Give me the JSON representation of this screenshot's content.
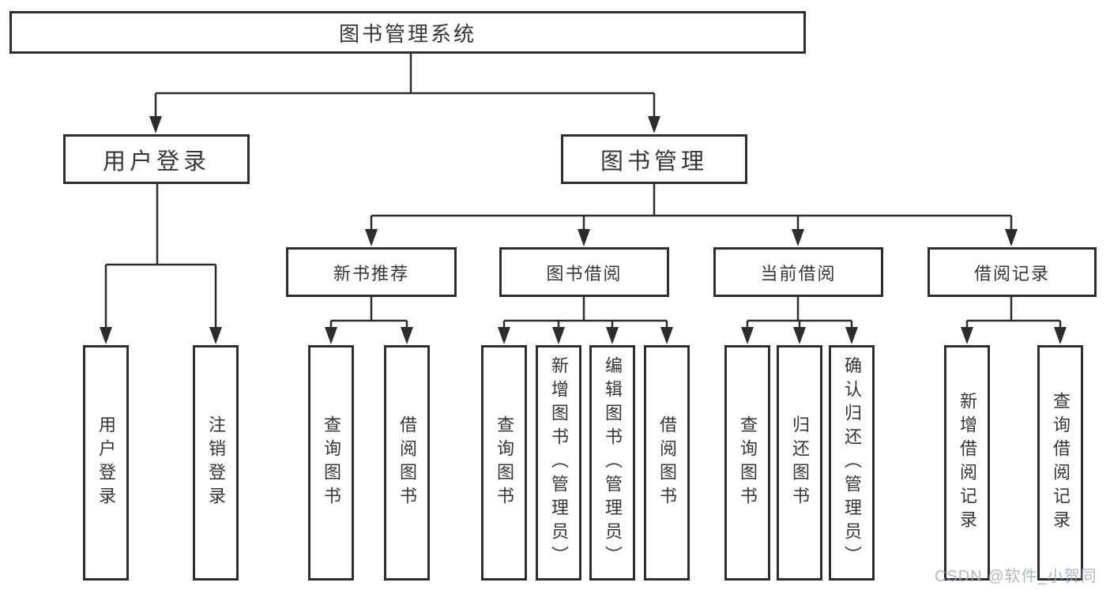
{
  "diagram": {
    "root": {
      "label": "图书管理系统"
    },
    "level2": {
      "user_login": {
        "label": "用户登录"
      },
      "book_management": {
        "label": "图书管理"
      }
    },
    "level3": {
      "new_book_recommend": {
        "label": "新书推荐"
      },
      "book_borrow": {
        "label": "图书借阅"
      },
      "current_borrow": {
        "label": "当前借阅"
      },
      "borrow_records": {
        "label": "借阅记录"
      }
    },
    "leaves": {
      "user_login_leaf": {
        "label": "用户登录"
      },
      "logout": {
        "label": "注销登录"
      },
      "recommend_query_books": {
        "label": "查询图书"
      },
      "recommend_borrow_books": {
        "label": "借阅图书"
      },
      "borrow_query_books": {
        "label": "查询图书"
      },
      "borrow_add_books_admin": {
        "label": "新增图书（管理员）"
      },
      "borrow_edit_books_admin": {
        "label": "编辑图书（管理员）"
      },
      "borrow_borrow_books": {
        "label": "借阅图书"
      },
      "current_query_books": {
        "label": "查询图书"
      },
      "current_return_books": {
        "label": "归还图书"
      },
      "current_confirm_return_admin": {
        "label": "确认归还（管理员）"
      },
      "records_add_record": {
        "label": "新增借阅记录"
      },
      "records_query_record": {
        "label": "查询借阅记录"
      }
    },
    "watermark": {
      "text": "CSDN @软件_小贺同学"
    },
    "colors": {
      "line": "#2d2d2d",
      "box_border": "#2d2d2d",
      "text": "#363636",
      "watermark": "#a6abb5",
      "background": "#ffffff"
    }
  }
}
